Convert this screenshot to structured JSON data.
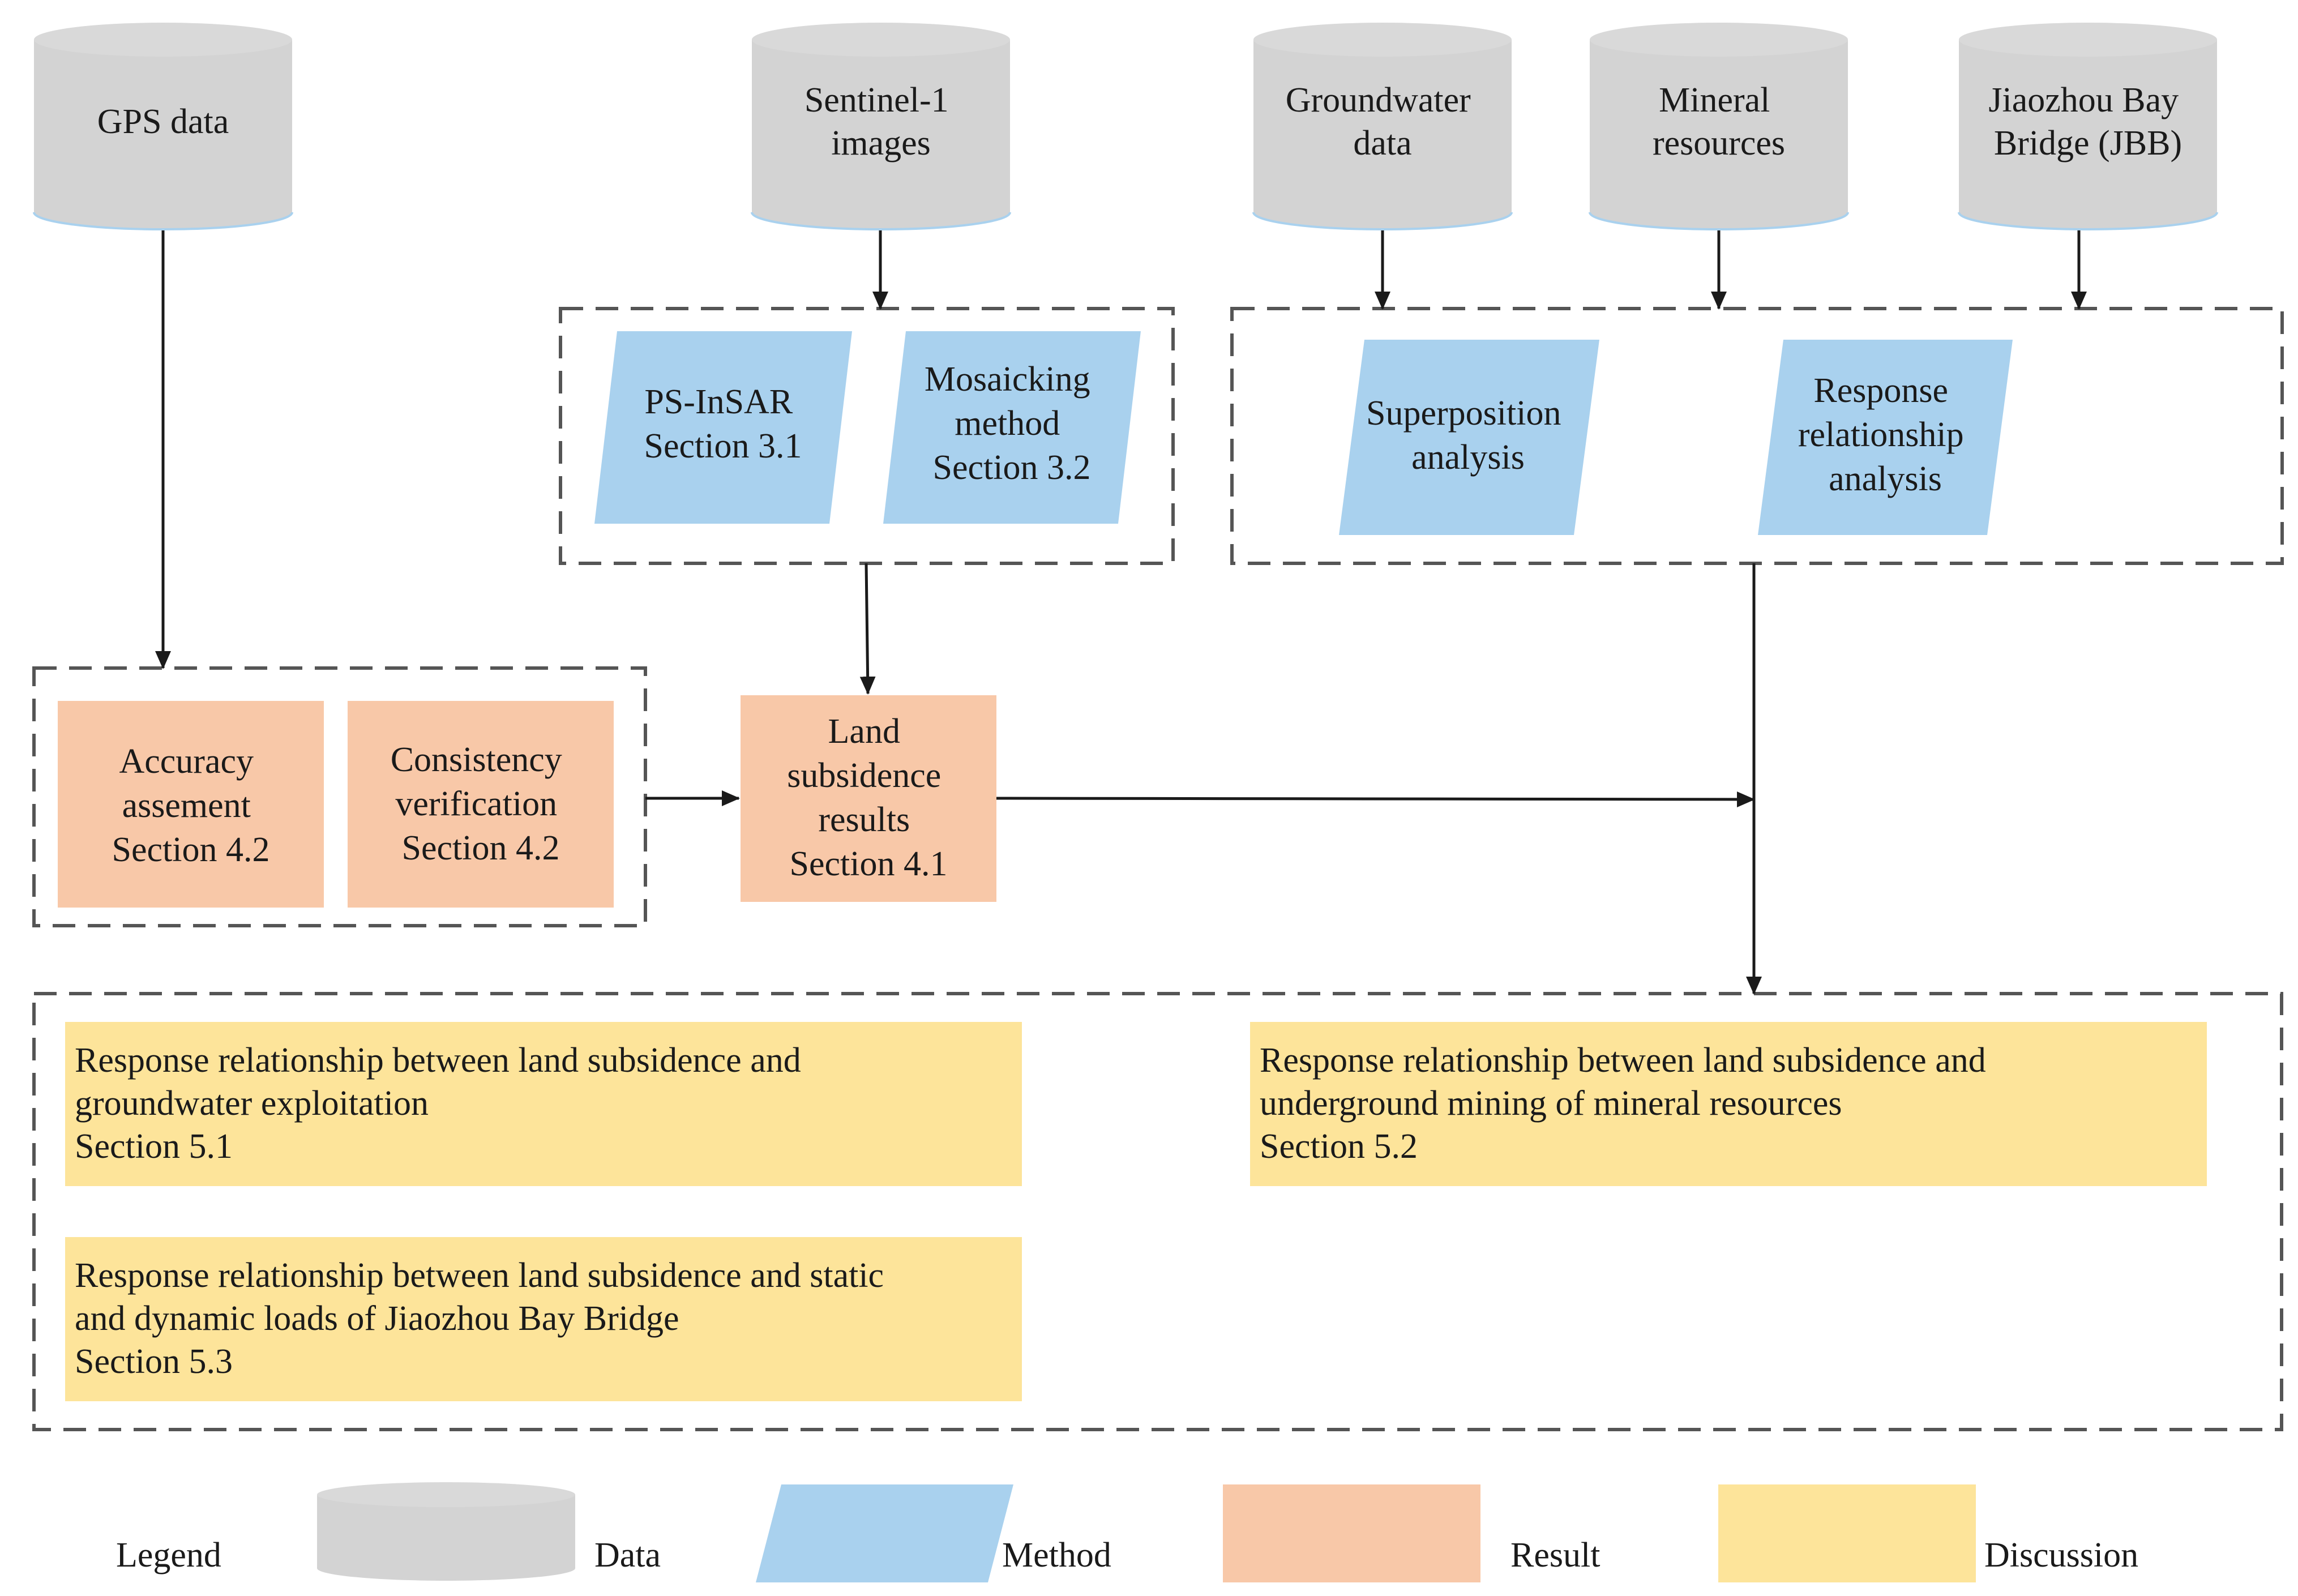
{
  "colors": {
    "data": "#d3d3d3",
    "method": "#a9d1ee",
    "result": "#f8c8a8",
    "discussion": "#fde49a",
    "line": "#1a1a1a",
    "dashed_border": "#555555"
  },
  "data_sources": {
    "gps": [
      "GPS data"
    ],
    "sentinel": [
      "Sentinel-1",
      "images"
    ],
    "groundwater": [
      "Groundwater",
      "data"
    ],
    "mineral": [
      "Mineral",
      "resources"
    ],
    "jbb": [
      "Jiaozhou Bay",
      "Bridge (JBB)"
    ]
  },
  "methods": {
    "psinsar": [
      "PS-InSAR",
      "Section 3.1"
    ],
    "mosaicking": [
      "Mosaicking",
      "method",
      "Section 3.2"
    ],
    "superposition": [
      "Superposition",
      "analysis"
    ],
    "response": [
      "Response",
      "relationship",
      "analysis"
    ]
  },
  "results": {
    "accuracy": [
      "Accuracy",
      "assement",
      "Section 4.2"
    ],
    "consistency": [
      "Consistency",
      "verification",
      "Section 4.2"
    ],
    "land_subsidence": [
      "Land",
      "subsidence",
      "results",
      "Section 4.1"
    ]
  },
  "discussions": {
    "groundwater": [
      "Response relationship between land subsidence and",
      "groundwater exploitation",
      "Section 5.1"
    ],
    "mining": [
      "Response relationship between land subsidence and",
      "underground mining of mineral resources",
      "Section 5.2"
    ],
    "bridge": [
      "Response relationship between land subsidence and static",
      "and dynamic loads of Jiaozhou Bay Bridge",
      "Section 5.3"
    ]
  },
  "legend": {
    "title": "Legend",
    "data": "Data",
    "method": "Method",
    "result": "Result",
    "discussion": "Discussion"
  }
}
